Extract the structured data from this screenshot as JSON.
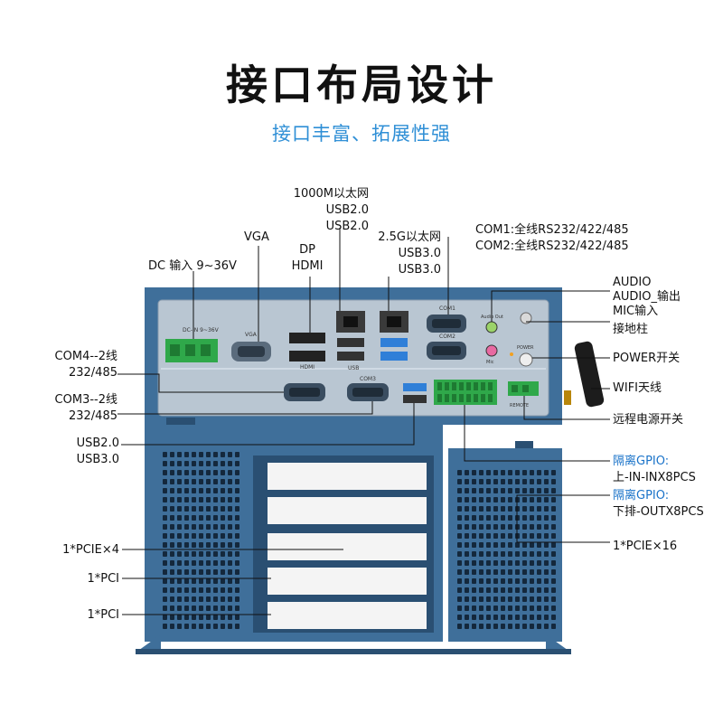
{
  "title": "接口布局设计",
  "subtitle": "接口丰富、拓展性强",
  "callouts": {
    "dc": "DC 输入 9~36V",
    "vga": "VGA",
    "dp": "DP",
    "hdmi": "HDMI",
    "lan1": "1000M以太网",
    "usb20a": "USB2.0",
    "usb20b": "USB2.0",
    "lan2": "2.5G以太网",
    "usb30a": "USB3.0",
    "usb30b": "USB3.0",
    "com1": "COM1:全线RS232/422/485",
    "com2": "COM2:全线RS232/422/485",
    "audio": "AUDIO",
    "audio_out": "AUDIO_输出",
    "mic": "MIC输入",
    "ground": "接地柱",
    "power": "POWER开关",
    "wifi": "WIFI天线",
    "remote_power": "远程电源开关",
    "com4_a": "COM4--2线",
    "com4_b": "232/485",
    "com3_a": "COM3--2线",
    "com3_b": "232/485",
    "usb_low_a": "USB2.0",
    "usb_low_b": "USB3.0",
    "gpio_in_a": "隔离GPIO:",
    "gpio_in_b": "上-IN-INX8PCS",
    "gpio_out_a": "隔离GPIO:",
    "gpio_out_b": "下排-OUTX8PCS",
    "pcie4": "1*PCIE×4",
    "pci1": "1*PCI",
    "pci2": "1*PCI",
    "pcie16": "1*PCIE×16"
  },
  "panel_marks": {
    "dc_in": "DC-IN 9~36V",
    "vga": "VGA",
    "hdmi": "HDMI",
    "usb": "USB",
    "com1": "COM1",
    "com2": "COM2",
    "com3": "COM3",
    "audio_out": "Audio Out",
    "mic": "Mic",
    "power": "POWER",
    "remote": "REMOTE"
  },
  "colors": {
    "chassis": "#3f6f9a",
    "panel": "#b9c6d2",
    "accent": "#2f8fd6",
    "line": "#000000",
    "terminal_green": "#2fa84a"
  }
}
